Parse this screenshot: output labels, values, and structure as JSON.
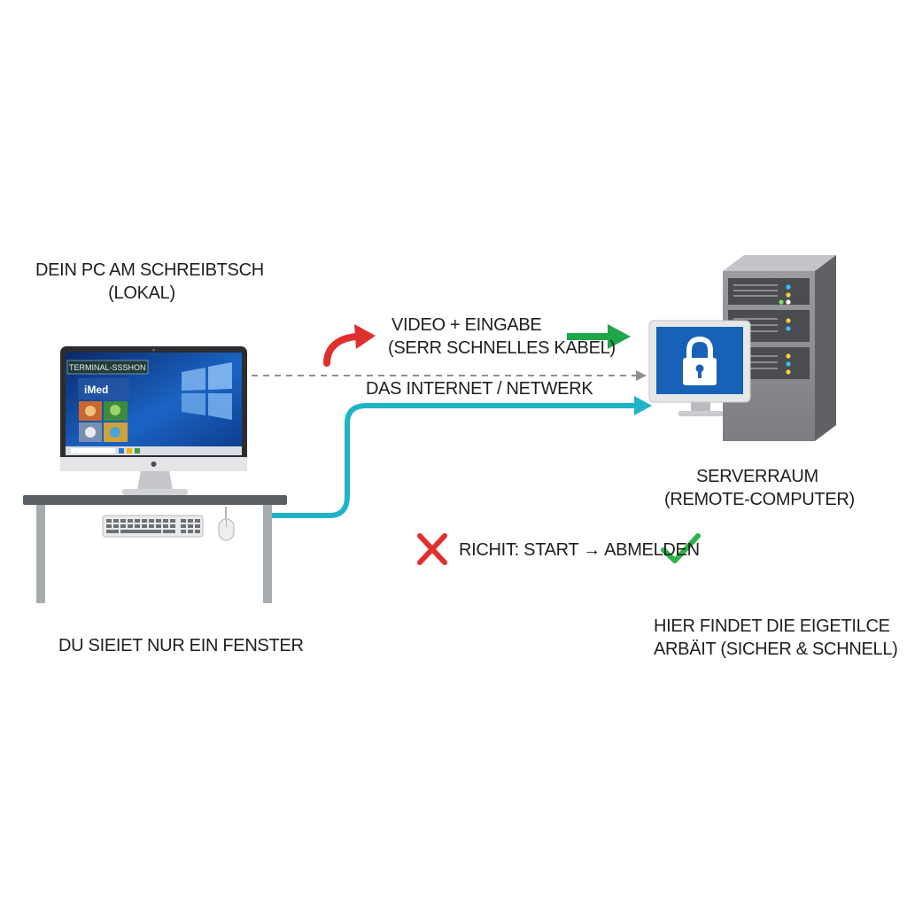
{
  "labels": {
    "local_pc": [
      "DEIN PC AM SCHREIBTSCH",
      "(LOKAL)"
    ],
    "transfer": [
      "VIDEO + EINGABE",
      "(SERR SCHNELLES KABEL)"
    ],
    "network": "DAS INTERNET / NETWERK",
    "server_room": [
      "SERVERRAUM",
      "(REMOTE-COMPUTER)"
    ],
    "window_only": "DU SIEIET NUR EIN FENSTER",
    "real_work": [
      "HIER FINDET DIE EIGETILCE",
      "ARBÄIT (SICHER & SCHNELL)"
    ],
    "correct": "RICHIT: START → ABMELDEN"
  },
  "screen": {
    "session_title": "TERMINAL-SSSHON",
    "app_name": "iMed",
    "taskbar_search": "..."
  },
  "icons": {
    "wrong": "cross-icon",
    "right": "check-icon",
    "lock": "lock-icon"
  },
  "colors": {
    "cable": "#1fb3c8",
    "arrow_up": "#e0302e",
    "arrow_right": "#1ea649",
    "cross": "#e0302e",
    "check": "#2db34a",
    "screen_blue": "#1762b8",
    "server_body": "#8c8e91"
  }
}
